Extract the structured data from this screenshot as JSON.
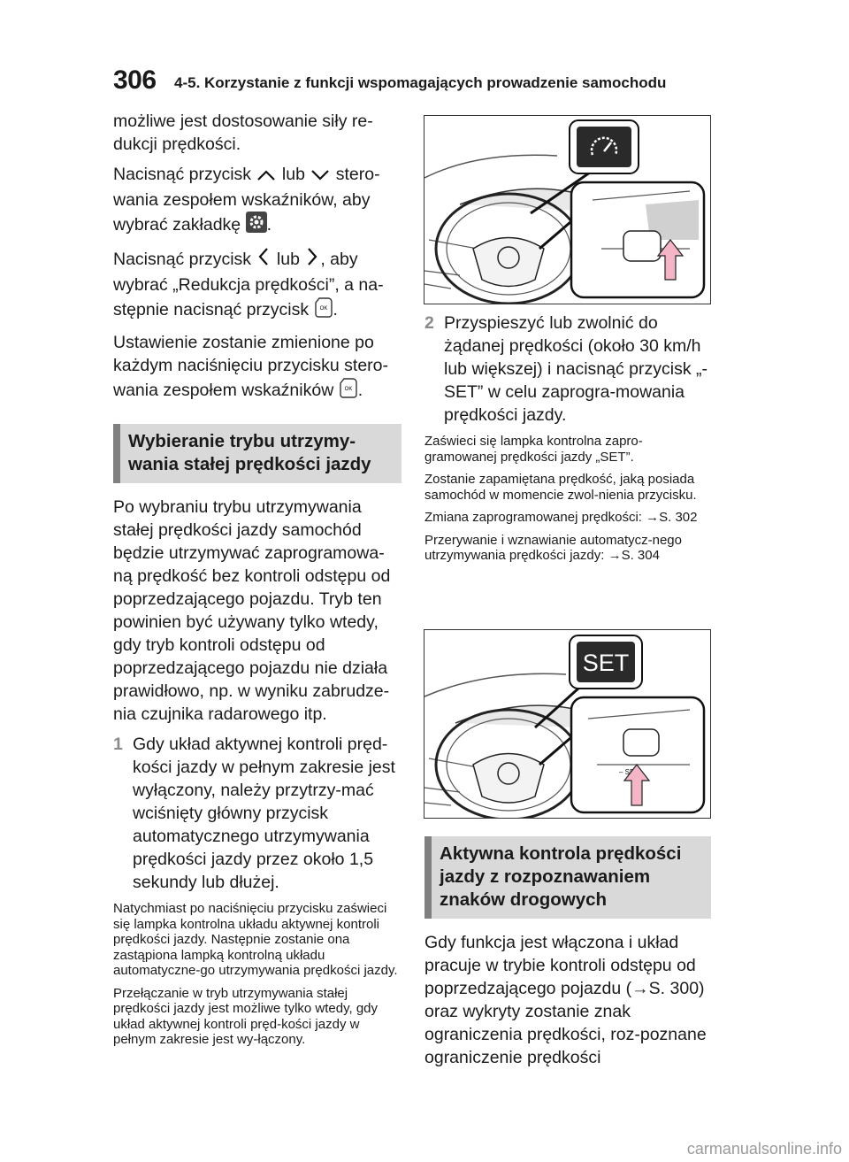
{
  "header": {
    "page_number": "306",
    "title": "4-5. Korzystanie z funkcji wspomagających prowadzenie samochodu"
  },
  "left_column": {
    "p1": "możliwe jest dostosowanie siły re-dukcji prędkości.",
    "p2_a": "Nacisnąć przycisk",
    "p2_b": "lub",
    "p2_c": "stero-wania zespołem wskaźników, aby wybrać zakładkę",
    "p2_d": ".",
    "p3_a": "Nacisnąć przycisk",
    "p3_b": "lub",
    "p3_c": ", aby wybrać „Redukcja prędkości”, a na-stępnie nacisnąć przycisk",
    "p3_d": ".",
    "p4_a": "Ustawienie zostanie zmienione po każdym naciśnięciu przycisku stero-wania zespołem wskaźników",
    "p4_b": ".",
    "section1_title": "Wybieranie trybu utrzymy-wania stałej prędkości jazdy",
    "p5": "Po wybraniu trybu utrzymywania stałej prędkości jazdy samochód będzie utrzymywać zaprogramowa-ną prędkość bez kontroli odstępu od poprzedzającego pojazdu. Tryb ten powinien być używany tylko wtedy, gdy tryb kontroli odstępu od poprzedzającego pojazdu nie działa prawidłowo, np. w wyniku zabrudze-nia czujnika radarowego itp.",
    "step1_num": "1",
    "step1_text": "Gdy układ aktywnej kontroli pręd-kości jazdy w pełnym zakresie jest wyłączony, należy przytrzy-mać wciśnięty główny przycisk automatycznego utrzymywania prędkości jazdy przez około 1,5 sekundy lub dłużej.",
    "note1": "Natychmiast po naciśnięciu przycisku zaświeci się lampka kontrolna układu aktywnej kontroli prędkości jazdy. Następnie zostanie ona zastąpiona lampką kontrolną układu automatyczne-go utrzymywania prędkości jazdy.",
    "note2": "Przełączanie w tryb utrzymywania stałej prędkości jazdy jest możliwe tylko wtedy, gdy układ aktywnej kontroli pręd-kości jazdy w pełnym zakresie jest wy-łączony."
  },
  "right_column": {
    "step2_num": "2",
    "step2_text": "Przyspieszyć lub zwolnić do żądanej prędkości (około 30 km/h lub większej) i nacisnąć przycisk „-SET” w celu zaprogra-mowania prędkości jazdy.",
    "note3": "Zaświeci się lampka kontrolna zapro-gramowanej prędkości jazdy „SET”.",
    "note4": "Zostanie zapamiętana prędkość, jaką posiada samochód w momencie zwol-nienia przycisku.",
    "note5": "Zmiana zaprogramowanej prędkości: →S. 302",
    "note6": "Przerywanie i wznawianie automatycz-nego utrzymywania prędkości jazdy: →S. 304",
    "set_label": "SET",
    "set_button_label": "– SET",
    "section2_title": "Aktywna kontrola prędkości jazdy z rozpoznawaniem znaków drogowych",
    "p6": "Gdy funkcja jest włączona i układ pracuje w trybie kontroli odstępu od poprzedzającego pojazdu (→S. 300) oraz wykryty zostanie znak ograniczenia prędkości, roz-poznane ograniczenie prędkości"
  },
  "footer": {
    "watermark": "carmanualsonline.info"
  },
  "colors": {
    "section_bg": "#d9d9d9",
    "section_bar": "#808080",
    "step_number": "#8a8a8a",
    "arrow_fill": "#f4b6c6"
  },
  "icons": [
    "chevron-up-icon",
    "chevron-down-icon",
    "settings-gear-icon",
    "chevron-left-icon",
    "chevron-right-icon",
    "ok-button-icon",
    "speedometer-icon"
  ]
}
